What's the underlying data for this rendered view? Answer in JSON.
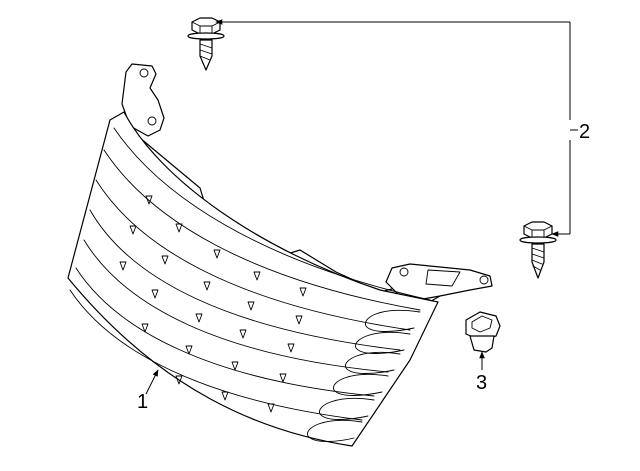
{
  "callouts": {
    "tail_lamp_lens": "1",
    "screw": "2",
    "nut": "3"
  }
}
